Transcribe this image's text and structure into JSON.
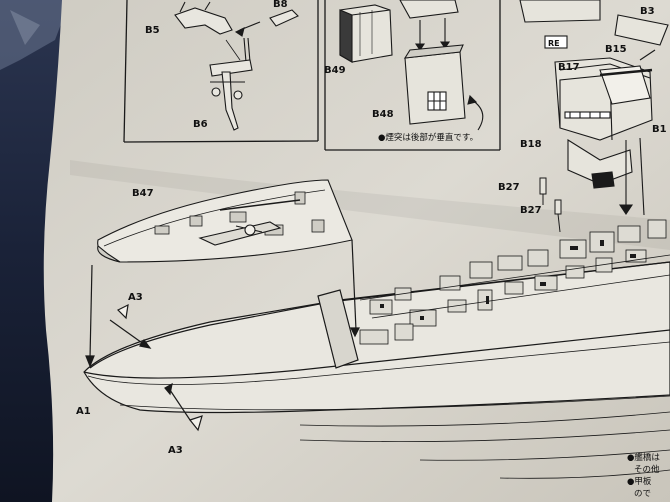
{
  "labels": {
    "b5": "B5",
    "b8": "B8",
    "b6": "B6",
    "b49": "B49",
    "b48": "B48",
    "re": "RE",
    "b3": "B3",
    "b15": "B15",
    "b17": "B17",
    "b1": "B1",
    "b18": "B18",
    "b27a": "B27",
    "b27b": "B27",
    "b47": "B47",
    "a3_top": "A3",
    "a1": "A1",
    "a3_bottom": "A3"
  },
  "notes": {
    "funnel_note": "●煙突は後部が垂直です。",
    "side_note_1": "●艦橋は",
    "side_note_2": "その他",
    "side_note_3": "●甲板",
    "side_note_4": "ので"
  },
  "colors": {
    "paper": "#d9d6ce",
    "ink": "#1a1a1a",
    "background": "#1c2436"
  }
}
